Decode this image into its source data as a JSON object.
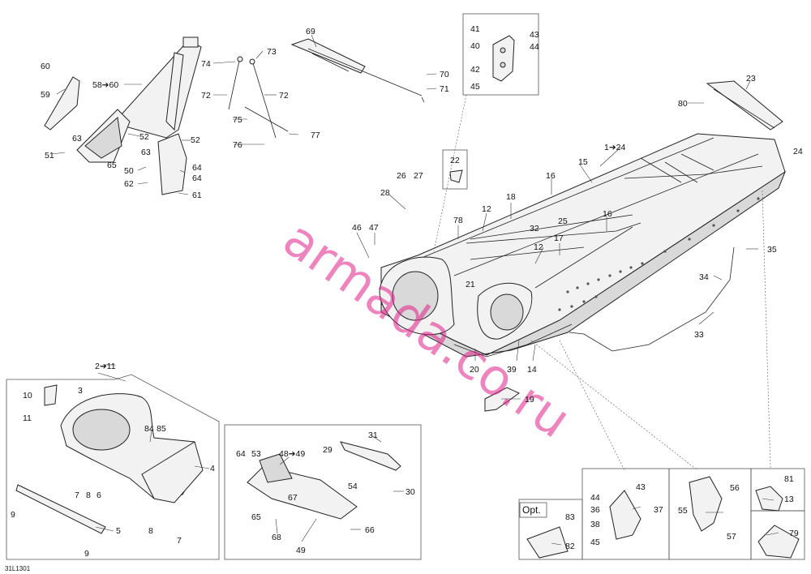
{
  "drawing_ref": "31L1301",
  "watermark": "armada.co.ru",
  "optional_tag": "Opt.",
  "accent_color": "#e0218a",
  "callouts": {
    "c1_24": "1➔24",
    "c2_11": "2➔11",
    "c3": "3",
    "c4": "4",
    "c5": "5",
    "c6": "6",
    "c7a": "7",
    "c7b": "7",
    "c8a": "8",
    "c8b": "8",
    "c9a": "9",
    "c9b": "9",
    "c10": "10",
    "c11": "11",
    "c12a": "12",
    "c12b": "12",
    "c13": "13",
    "c14": "14",
    "c15": "15",
    "c16a": "16",
    "c16b": "16",
    "c17": "17",
    "c18": "18",
    "c19": "19",
    "c20": "20",
    "c21": "21",
    "c22": "22",
    "c23": "23",
    "c24": "24",
    "c25": "25",
    "c26": "26",
    "c27": "27",
    "c28": "28",
    "c29": "29",
    "c30": "30",
    "c31": "31",
    "c32": "32",
    "c33": "33",
    "c34": "34",
    "c35": "35",
    "c36": "36",
    "c37": "37",
    "c38": "38",
    "c39": "39",
    "c40": "40",
    "c41": "41",
    "c42": "42",
    "c43a": "43",
    "c43b": "43",
    "c44a": "44",
    "c44b": "44",
    "c45a": "45",
    "c45b": "45",
    "c46": "46",
    "c47": "47",
    "c48_49": "48➔49",
    "c49": "49",
    "c50": "50",
    "c51": "51",
    "c52a": "52",
    "c52b": "52",
    "c53": "53",
    "c54": "54",
    "c55": "55",
    "c56": "56",
    "c57": "57",
    "c58_60": "58➔60",
    "c59": "59",
    "c60": "60",
    "c61": "61",
    "c62": "62",
    "c63a": "63",
    "c63b": "63",
    "c64a": "64",
    "c64b": "64",
    "c65a": "65",
    "c65b": "65",
    "c66": "66",
    "c67": "67",
    "c68": "68",
    "c69": "69",
    "c70": "70",
    "c71": "71",
    "c72a": "72",
    "c72b": "72",
    "c73": "73",
    "c74": "74",
    "c75": "75",
    "c76": "76",
    "c77": "77",
    "c78": "78",
    "c79": "79",
    "c80": "80",
    "c81": "81",
    "c82": "82",
    "c83": "83",
    "c84": "84",
    "c85": "85"
  }
}
